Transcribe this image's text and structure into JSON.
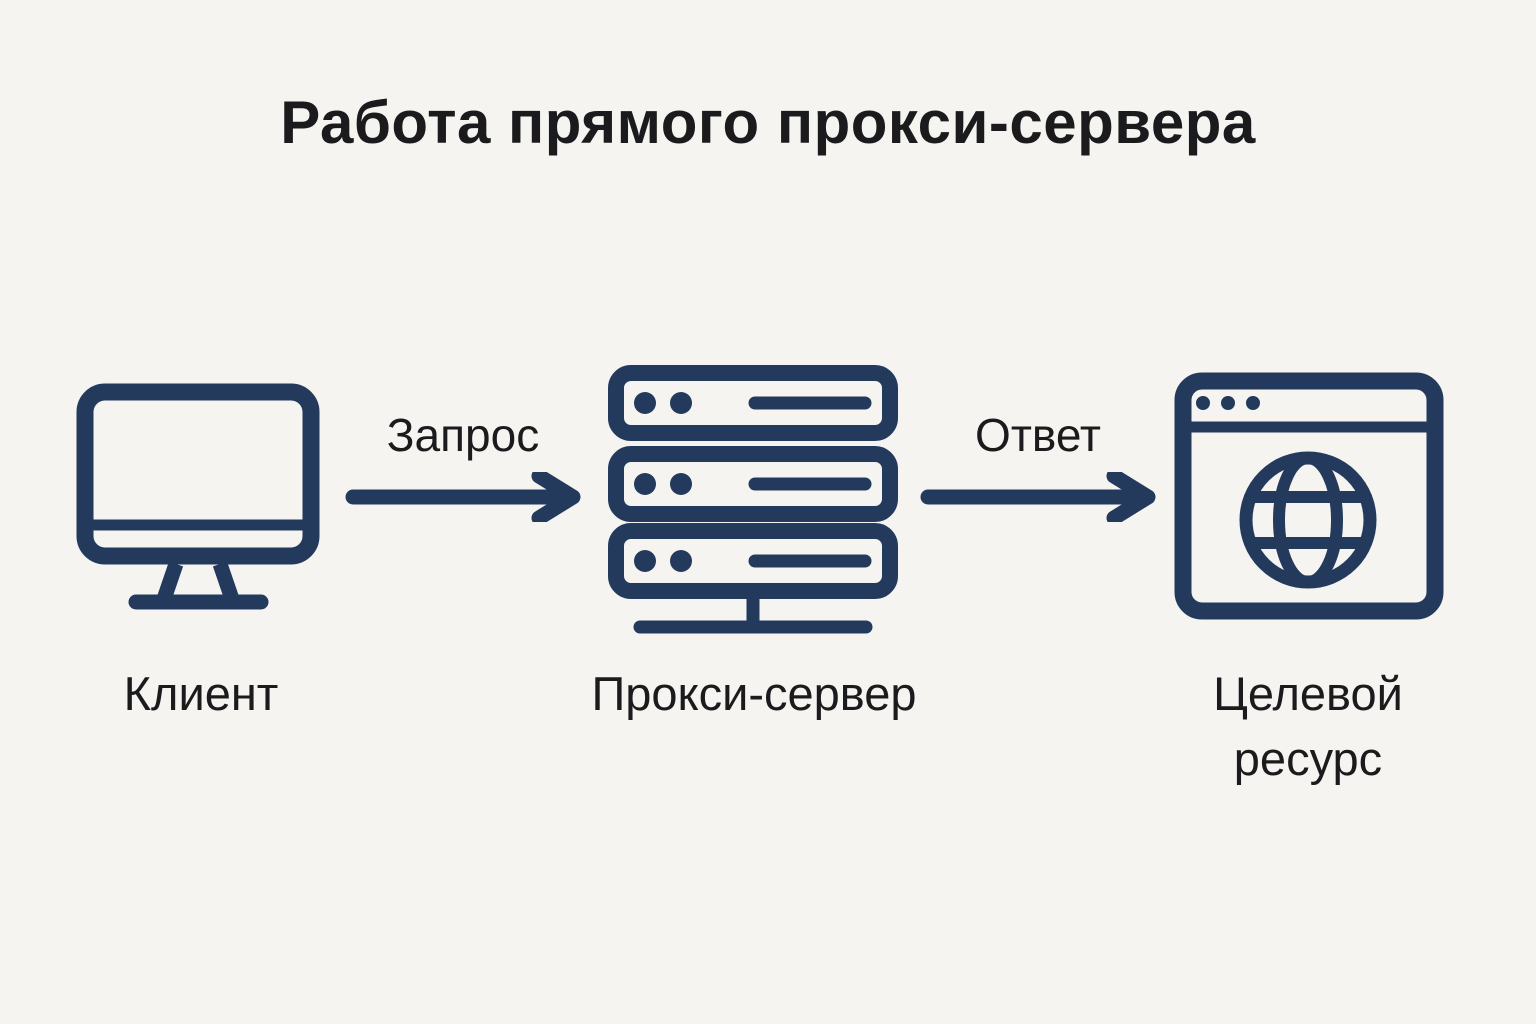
{
  "title": "Работа прямого прокси-сервера",
  "colors": {
    "background": "#F5F4F1",
    "icon": "#243A5D",
    "text": "#1B1B1D"
  },
  "nodes": [
    {
      "id": "client",
      "label": "Клиент",
      "icon": "monitor-icon"
    },
    {
      "id": "proxy",
      "label": "Прокси-сервер",
      "icon": "server-icon"
    },
    {
      "id": "target",
      "label": "Целевой ресурс",
      "icon": "browser-globe-icon"
    }
  ],
  "arrows": [
    {
      "id": "request",
      "label": "Запрос",
      "from": "client",
      "to": "proxy"
    },
    {
      "id": "response",
      "label": "Ответ",
      "from": "proxy",
      "to": "target"
    }
  ]
}
